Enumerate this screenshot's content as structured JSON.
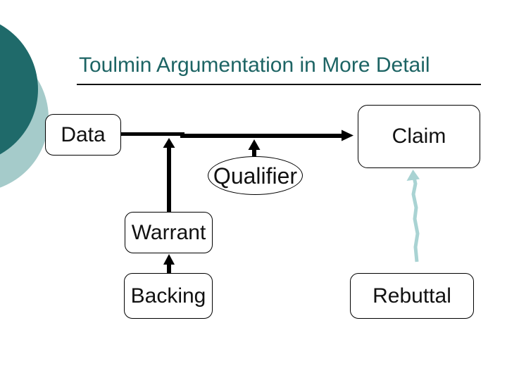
{
  "slide": {
    "title": "Toulmin Argumentation in More Detail"
  },
  "colors": {
    "title-teal": "#1d6464",
    "circle-dark": "#1f6a6a",
    "circle-light": "#a5cbca",
    "arrow-teal": "#a9d3d3",
    "box-border": "#000000",
    "box-fill": "#ffffff",
    "label-color": "#111111"
  },
  "diagram": {
    "nodes": {
      "data": {
        "label": "Data",
        "shape": "rounded-rect"
      },
      "claim": {
        "label": "Claim",
        "shape": "rounded-rect"
      },
      "qualifier": {
        "label": "Qualifier",
        "shape": "ellipse"
      },
      "warrant": {
        "label": "Warrant",
        "shape": "rounded-rect"
      },
      "backing": {
        "label": "Backing",
        "shape": "rounded-rect"
      },
      "rebuttal": {
        "label": "Rebuttal",
        "shape": "rounded-rect"
      }
    },
    "edges": [
      {
        "from": "data",
        "to": "claim",
        "style": "solid-black-arrow",
        "direction": "right"
      },
      {
        "from": "warrant",
        "to": "data-claim-line",
        "style": "solid-black-arrow",
        "direction": "up"
      },
      {
        "from": "qualifier",
        "to": "data-claim-line",
        "style": "solid-black-arrow",
        "direction": "up"
      },
      {
        "from": "backing",
        "to": "warrant",
        "style": "solid-black-arrow",
        "direction": "up"
      },
      {
        "from": "rebuttal",
        "to": "claim",
        "style": "teal-freehand-arrow",
        "direction": "up"
      }
    ]
  }
}
